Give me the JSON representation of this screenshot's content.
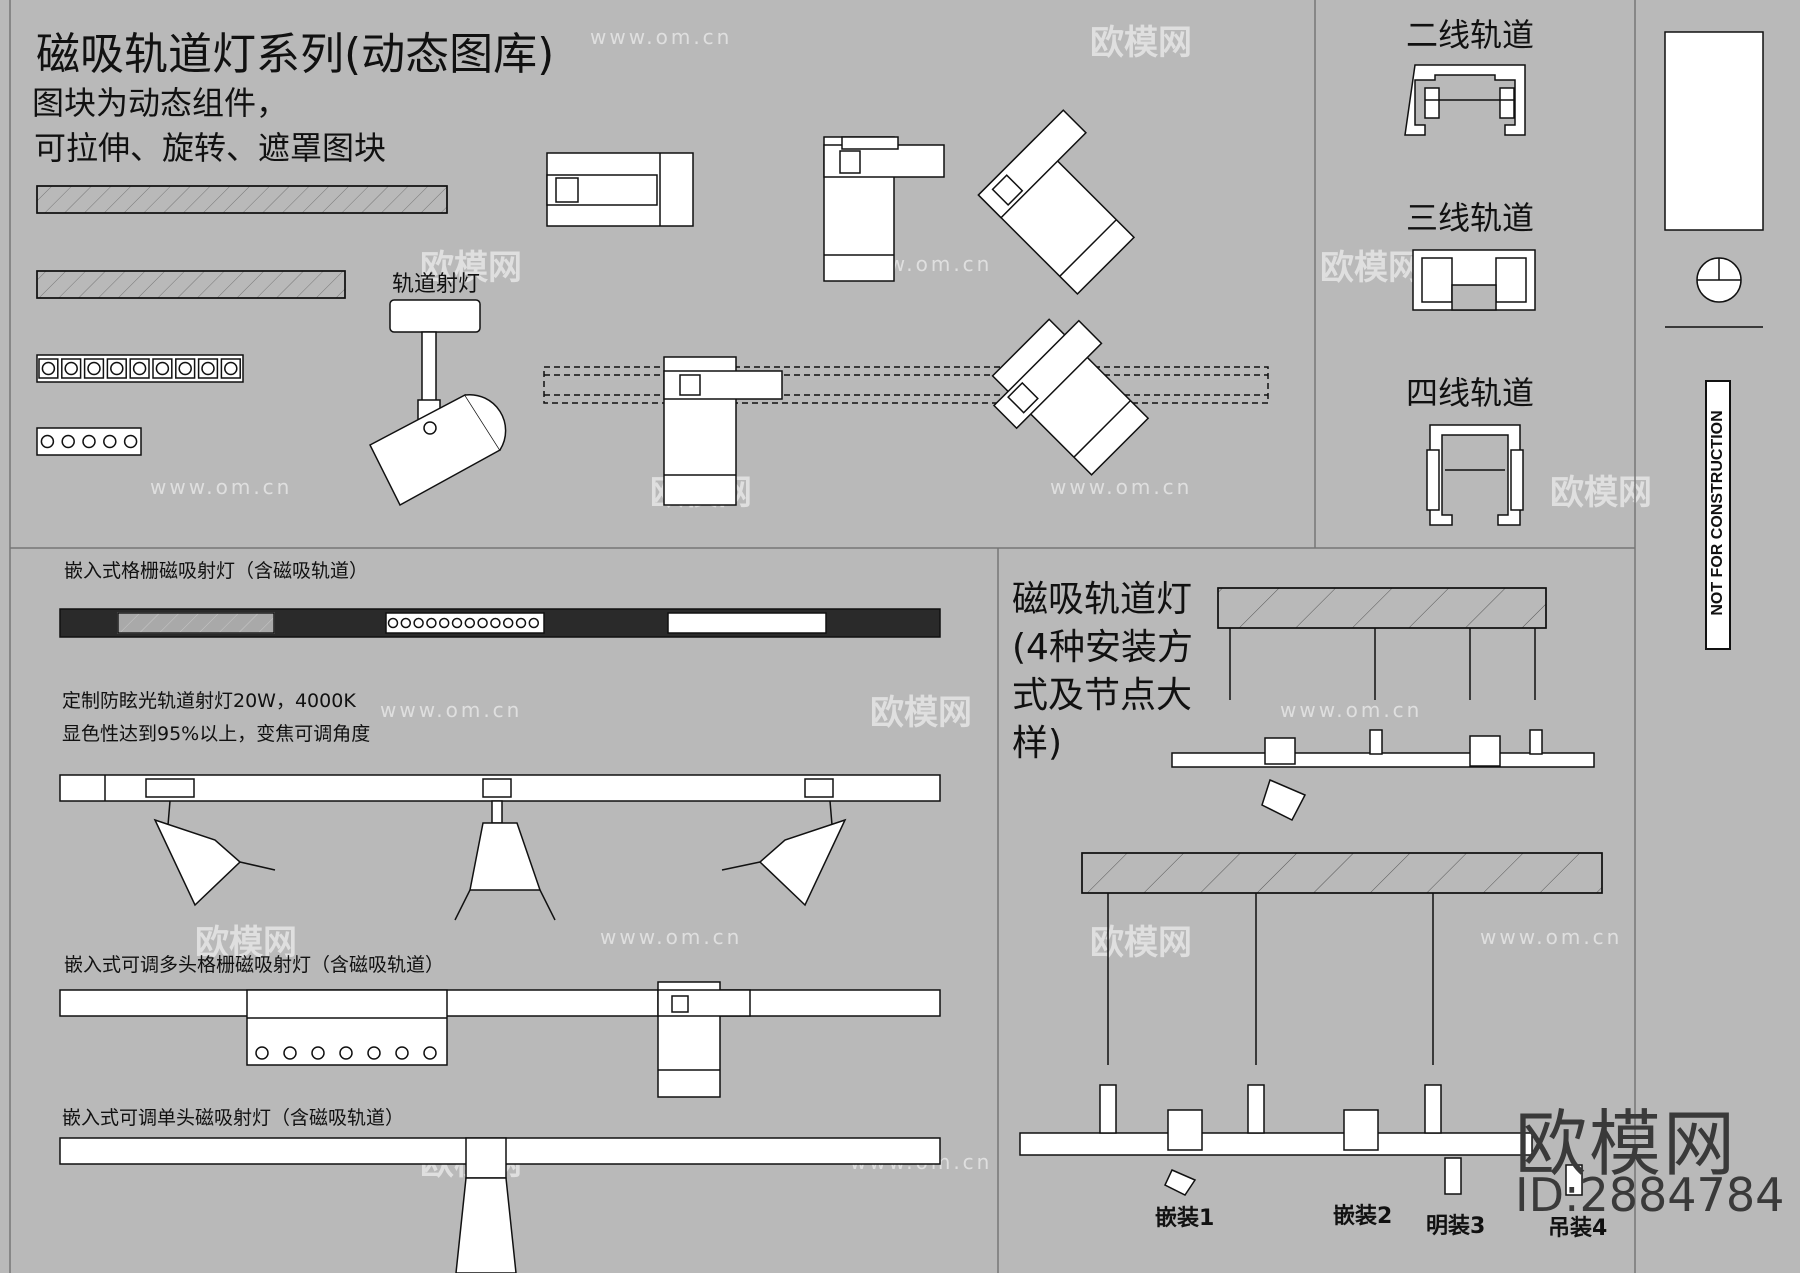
{
  "title": "磁吸轨道灯系列(动态图库)",
  "subtitle_line1": "图块为动态组件，",
  "subtitle_line2": "可拉伸、旋转、遮罩图块",
  "spotlight_label": "轨道射灯",
  "track_types": {
    "two_wire": "二线轨道",
    "three_wire": "三线轨道",
    "four_wire": "四线轨道"
  },
  "stamp_text": "NOT FOR CONSTRUCTION",
  "sections": {
    "recessed_grille": "嵌入式格栅磁吸射灯（含磁吸轨道）",
    "custom_spot_line1": "定制防眩光轨道射灯20W，4000K",
    "custom_spot_line2": "显色性达到95%以上，变焦可调角度",
    "multi_head": "嵌入式可调多头格栅磁吸射灯（含磁吸轨道）",
    "single_head": "嵌入式可调单头磁吸射灯（含磁吸轨道）"
  },
  "install_section_title": "磁吸轨道灯(4种安装方式及节点大样)",
  "install_labels": [
    "嵌装1",
    "嵌装2",
    "明装3",
    "吊装4"
  ],
  "brand": "欧模网",
  "id_text": "ID:2884784",
  "watermark_brand": "欧模网",
  "watermark_url": "www.om.cn",
  "colors": {
    "background": "#b9b9b9",
    "line": "#111111",
    "fill_white": "#ffffff",
    "fill_dark": "#2a2a2a"
  }
}
